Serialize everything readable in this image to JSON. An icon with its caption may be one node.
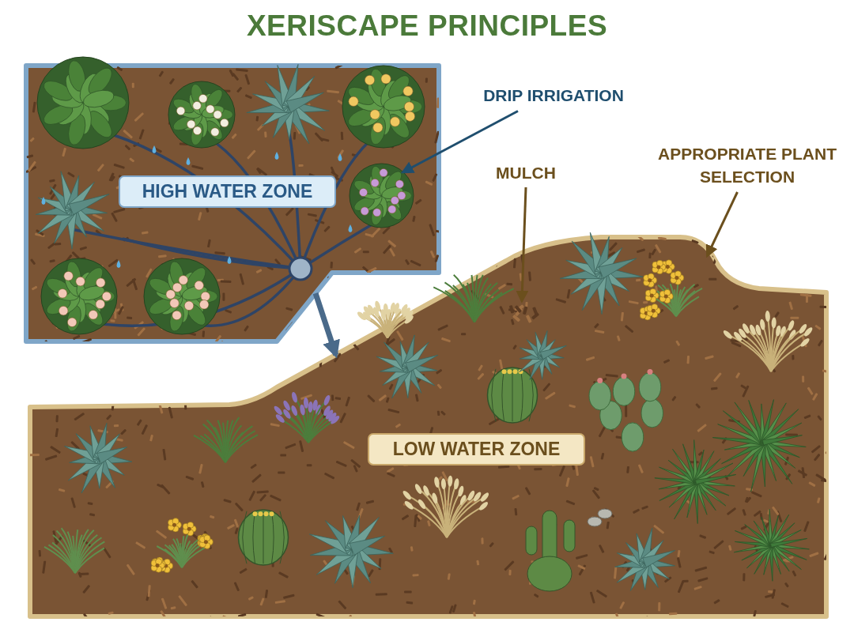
{
  "diagram": {
    "title": "XERISCAPE PRINCIPLES",
    "nodes": [
      {
        "text": [
          "HIGH WATER ZONE"
        ]
      },
      {
        "text": [
          "DRIP IRRIGATION"
        ]
      },
      {
        "text": [],
        "shape": "picture",
        "in": 0
      },
      {
        "text": [
          "MULCH"
        ]
      },
      {
        "text": [
          "APPROPRIATE PLANT SELECTION"
        ]
      },
      {
        "text": [
          "LOW WATER ZONE"
        ]
      },
      {
        "text": [],
        "shape": "picture",
        "in": 5
      },
      {
        "text": [],
        "shape": "picture",
        "in": 5
      }
    ],
    "edges": [
      {
        "from": 1,
        "to": 2,
        "arrow": "to",
        "color": "#1f4e6e"
      },
      {
        "from": 3,
        "to": 6,
        "arrow": "to"
      },
      {
        "from": 4,
        "to": 7,
        "arrow": "to"
      },
      {
        "from": 0,
        "to": 5,
        "arrow": "to",
        "style": "thick",
        "color": "#4a6a8a"
      }
    ]
  }
}
